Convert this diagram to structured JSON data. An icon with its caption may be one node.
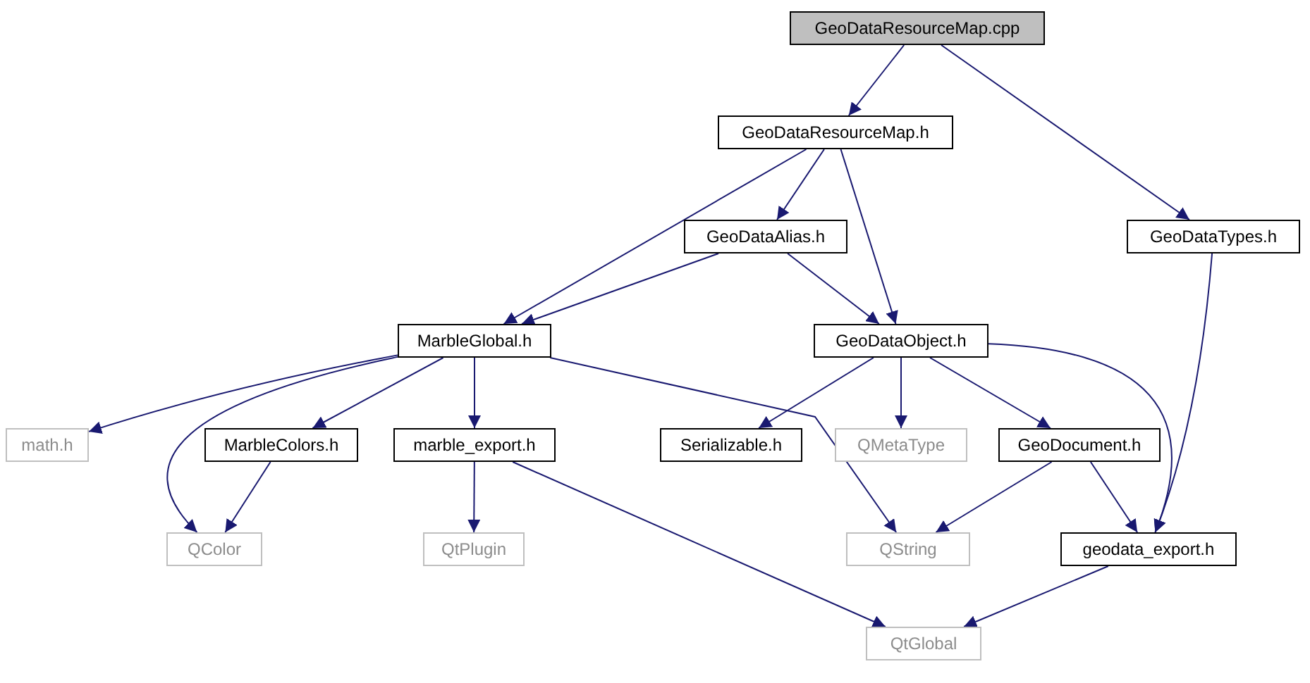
{
  "diagram": {
    "nodes": [
      {
        "text": [
          "GeoDataResourceMap.cpp"
        ]
      },
      {
        "text": [
          "GeoDataResourceMap.h"
        ]
      },
      {
        "text": [
          "GeoDataTypes.h"
        ]
      },
      {
        "text": [
          "GeoDataAlias.h"
        ]
      },
      {
        "text": [
          "MarbleGlobal.h"
        ]
      },
      {
        "text": [
          "GeoDataObject.h"
        ]
      },
      {
        "text": [
          "math.h"
        ]
      },
      {
        "text": [
          "MarbleColors.h"
        ]
      },
      {
        "text": [
          "marble_export.h"
        ]
      },
      {
        "text": [
          "Serializable.h"
        ]
      },
      {
        "text": [
          "QMetaType"
        ]
      },
      {
        "text": [
          "GeoDocument.h"
        ]
      },
      {
        "text": [
          "QColor"
        ]
      },
      {
        "text": [
          "QtPlugin"
        ]
      },
      {
        "text": [
          "QString"
        ]
      },
      {
        "text": [
          "geodata_export.h"
        ]
      },
      {
        "text": [
          "QtGlobal"
        ]
      }
    ],
    "edges": [
      {
        "from": 0,
        "to": 1,
        "arrow": "to"
      },
      {
        "from": 0,
        "to": 2,
        "arrow": "to"
      },
      {
        "from": 1,
        "to": 3,
        "arrow": "to"
      },
      {
        "from": 1,
        "to": 4,
        "arrow": "to"
      },
      {
        "from": 1,
        "to": 5,
        "arrow": "to"
      },
      {
        "from": 3,
        "to": 4,
        "arrow": "to"
      },
      {
        "from": 3,
        "to": 5,
        "arrow": "to"
      },
      {
        "from": 2,
        "to": 15,
        "arrow": "to"
      },
      {
        "from": 4,
        "to": 6,
        "arrow": "to"
      },
      {
        "from": 4,
        "to": 12,
        "arrow": "to"
      },
      {
        "from": 4,
        "to": 7,
        "arrow": "to"
      },
      {
        "from": 4,
        "to": 8,
        "arrow": "to"
      },
      {
        "from": 4,
        "to": 14,
        "arrow": "to"
      },
      {
        "from": 5,
        "to": 9,
        "arrow": "to"
      },
      {
        "from": 5,
        "to": 10,
        "arrow": "to"
      },
      {
        "from": 5,
        "to": 11,
        "arrow": "to"
      },
      {
        "from": 5,
        "to": 15,
        "arrow": "to"
      },
      {
        "from": 7,
        "to": 12,
        "arrow": "to"
      },
      {
        "from": 8,
        "to": 13,
        "arrow": "to"
      },
      {
        "from": 8,
        "to": 16,
        "arrow": "to"
      },
      {
        "from": 11,
        "to": 14,
        "arrow": "to"
      },
      {
        "from": 11,
        "to": 15,
        "arrow": "to"
      },
      {
        "from": 15,
        "to": 16,
        "arrow": "to"
      }
    ]
  }
}
